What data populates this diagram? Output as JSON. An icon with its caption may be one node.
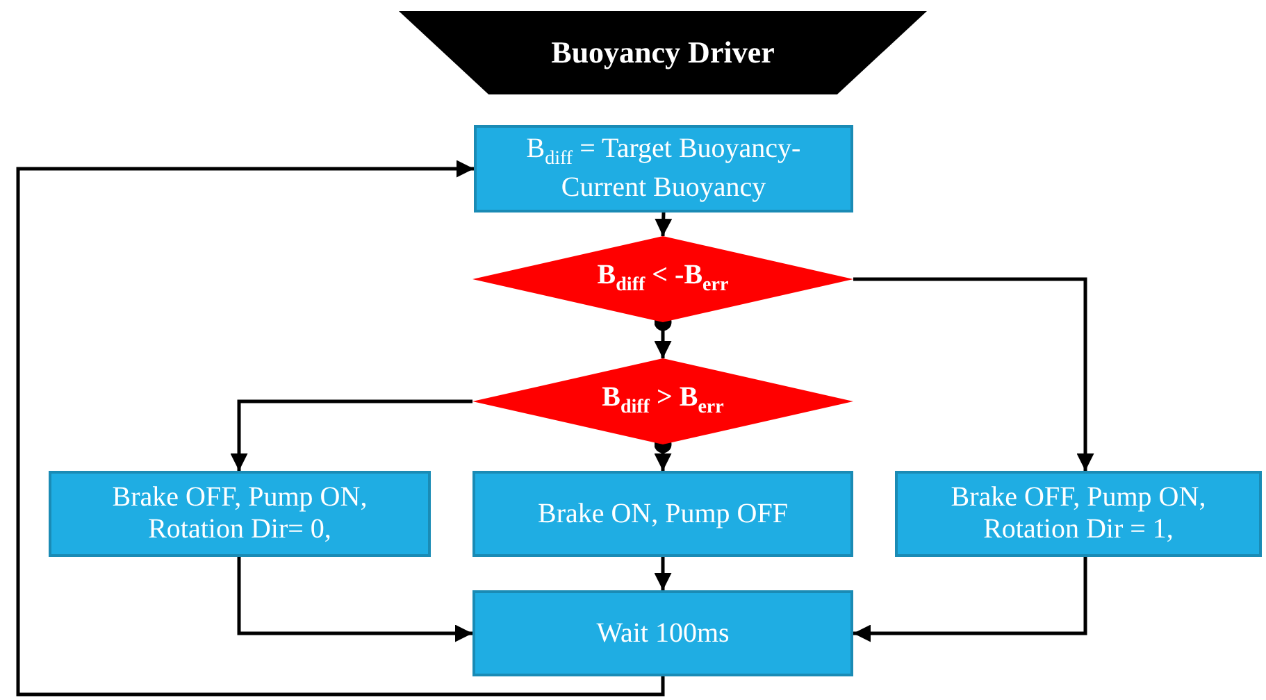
{
  "diagram": {
    "title": "Buoyancy Driver",
    "nodes": [
      {
        "text": [
          "B$_{diff}$ = Target Buoyancy- Current Buoyancy"
        ]
      },
      {
        "text": [
          "B$_{diff}$ < -B$_{err}$"
        ]
      },
      {
        "text": [
          "B$_{diff}$ > B$_{err}$"
        ]
      },
      {
        "text": [
          "Brake OFF, Pump ON, Rotation Dir= 0,"
        ]
      },
      {
        "text": [
          "Brake ON, Pump OFF"
        ]
      },
      {
        "text": [
          "Brake OFF, Pump ON, Rotation Dir = 1,"
        ]
      },
      {
        "text": [
          "Wait 100ms"
        ]
      }
    ],
    "edges": [
      {
        "from": 0,
        "to": 1,
        "arrow": "to"
      },
      {
        "from": 1,
        "to": 2,
        "arrow": "to"
      },
      {
        "from": 1,
        "to": 5,
        "arrow": "to"
      },
      {
        "from": 2,
        "to": 3,
        "arrow": "to"
      },
      {
        "from": 2,
        "to": 4,
        "arrow": "to"
      },
      {
        "from": 3,
        "to": 6,
        "arrow": "to"
      },
      {
        "from": 4,
        "to": 6,
        "arrow": "to"
      },
      {
        "from": 5,
        "to": 6,
        "arrow": "to"
      },
      {
        "from": 6,
        "to": 0,
        "arrow": "to"
      }
    ]
  }
}
